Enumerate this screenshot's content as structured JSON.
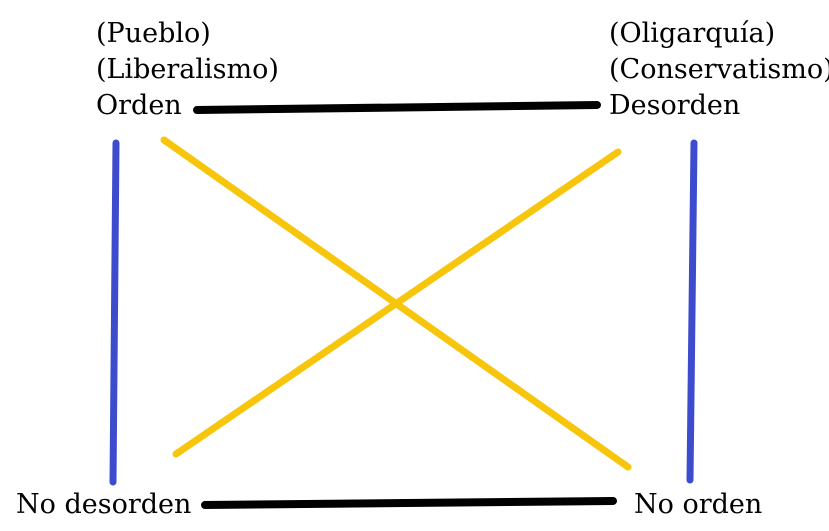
{
  "nodes": {
    "top_left": {
      "annotations": [
        "(Pueblo)",
        "(Liberalismo)"
      ],
      "label": "Orden"
    },
    "top_right": {
      "annotations": [
        "(Oligarquía)",
        "(Conservatismo)"
      ],
      "label": "Desorden"
    },
    "bottom_left": {
      "label": "No desorden"
    },
    "bottom_right": {
      "label": "No orden"
    }
  },
  "colors": {
    "contrary_line": "#000000",
    "contradiction_line": "#f7c60c",
    "implication_line": "#3d4bcf",
    "background": "#ffffff"
  },
  "relations": [
    {
      "type": "contrary",
      "from": "top_left",
      "to": "top_right"
    },
    {
      "type": "subcontrary",
      "from": "bottom_left",
      "to": "bottom_right"
    },
    {
      "type": "contradiction",
      "from": "top_left",
      "to": "bottom_right"
    },
    {
      "type": "contradiction",
      "from": "top_right",
      "to": "bottom_left"
    },
    {
      "type": "implication",
      "from": "top_left",
      "to": "bottom_left"
    },
    {
      "type": "implication",
      "from": "top_right",
      "to": "bottom_right"
    }
  ]
}
